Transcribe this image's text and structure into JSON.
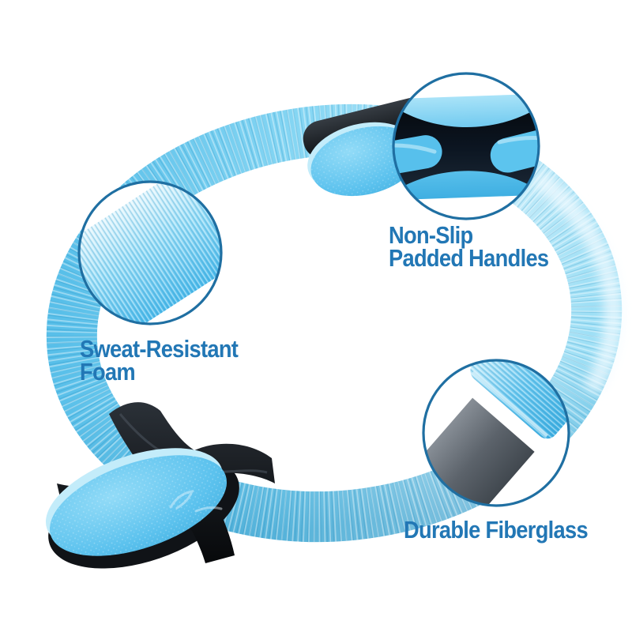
{
  "page": {
    "background_color": "#ffffff",
    "description_labels_count": 3
  },
  "callouts": {
    "handle": {
      "line1": "Non-Slip",
      "line2": "Padded Handles"
    },
    "foam": {
      "line1": "Sweat-Resistant",
      "line2": "Foam"
    },
    "fiberglass": {
      "line1": "Durable Fiberglass"
    }
  },
  "colors": {
    "label_blue": "#2277b5",
    "circle_border": "#1f6fa2",
    "foam_blue": "#5ec4ef",
    "foam_highlight": "#c9eefa",
    "foam_shadow": "#35a8dd",
    "handle_black": "#14181c",
    "pad_blue": "#58bfec",
    "fiberglass_gray": "#5d646b"
  }
}
